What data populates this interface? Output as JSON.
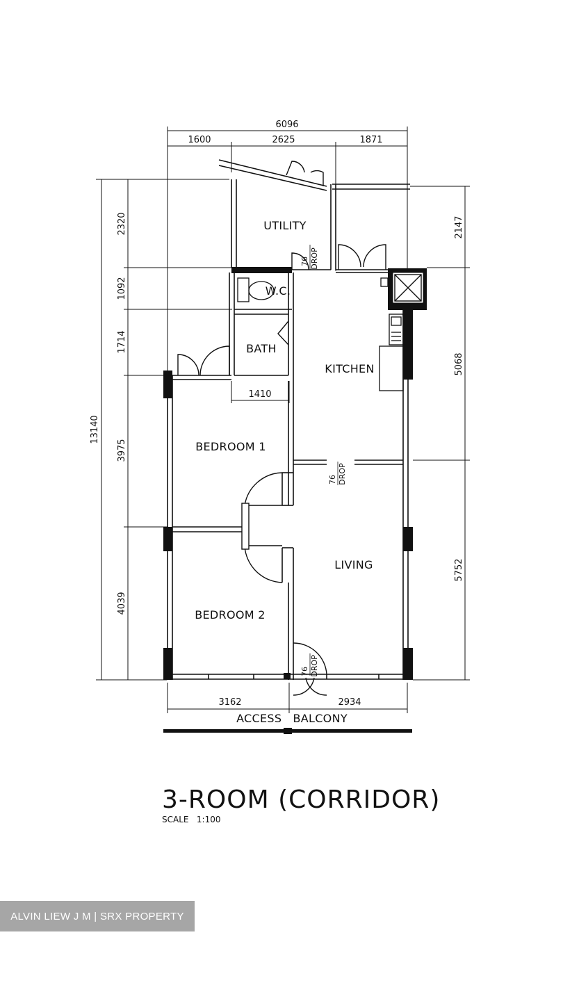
{
  "title": "3-ROOM (CORRIDOR)",
  "scale": "SCALE   1:100",
  "watermark": "ALVIN LIEW J M | SRX PROPERTY",
  "rooms": {
    "utility": "UTILITY",
    "wc": "W.C.",
    "bath": "BATH",
    "kitchen": "KITCHEN",
    "bedroom1": "BEDROOM 1",
    "bedroom2": "BEDROOM 2",
    "living": "LIVING"
  },
  "drops": [
    "76",
    "DROP"
  ],
  "balcony": "ACCESS   BALCONY",
  "dimensions": {
    "top_total": "6096",
    "top_1": "1600",
    "top_2": "2625",
    "top_3": "1871",
    "left_total": "13140",
    "left_1": "2320",
    "left_2": "1092",
    "left_3": "1714",
    "left_4": "3975",
    "left_5": "4039",
    "right_1": "2147",
    "right_2": "5068",
    "right_3": "5752",
    "bath_width": "1410",
    "bottom_1": "3162",
    "bottom_2": "2934"
  }
}
